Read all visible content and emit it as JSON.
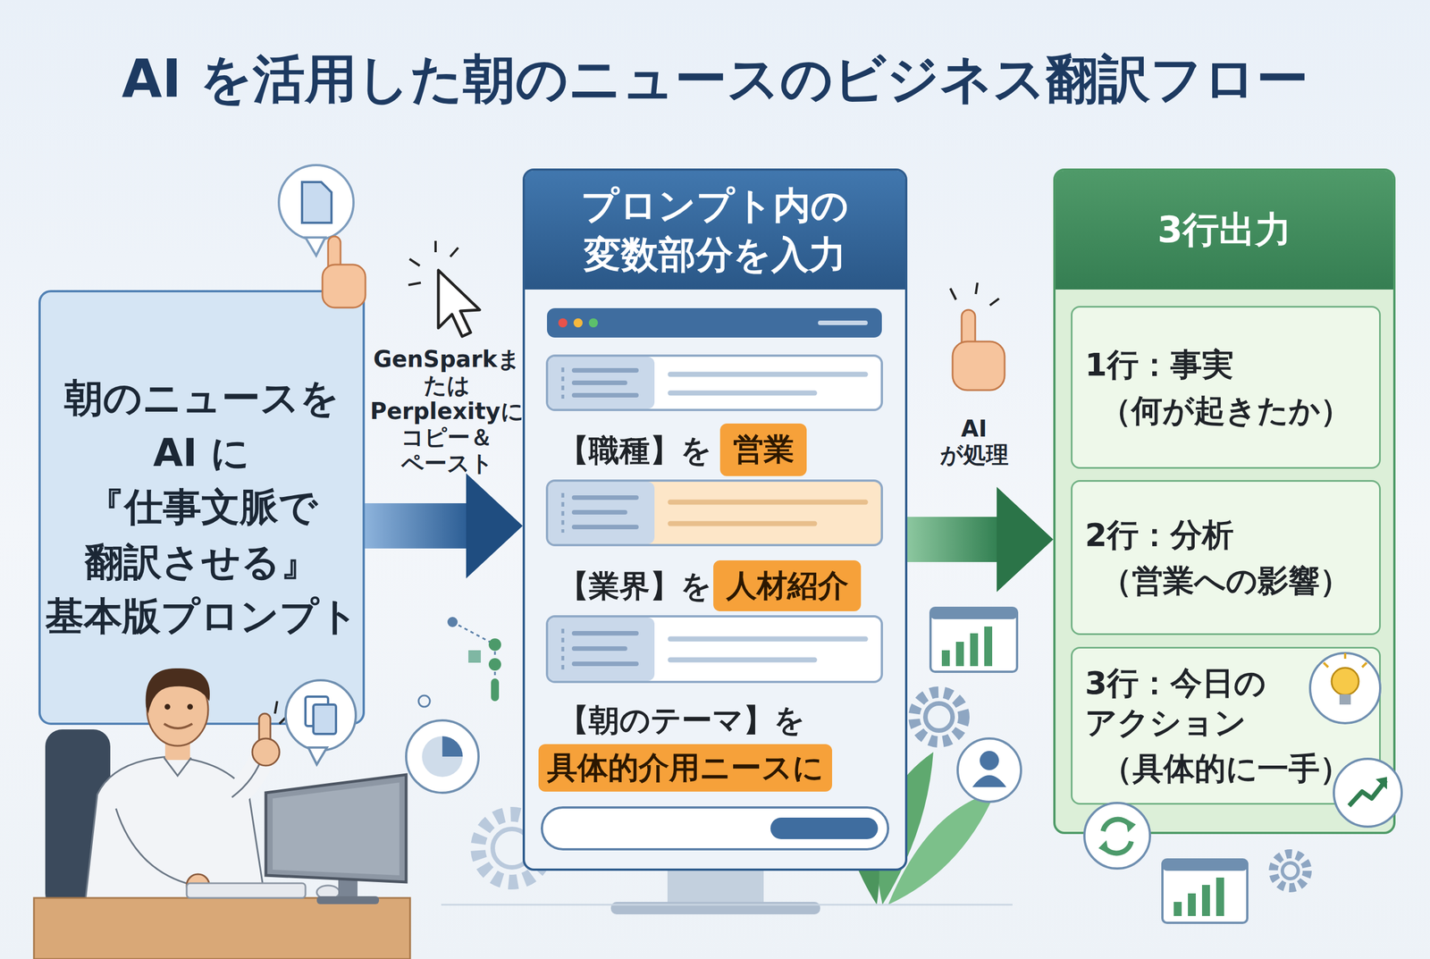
{
  "diagram": {
    "title": "AI を活用した朝のニュースのビジネス翻訳フロー",
    "nodes": [
      {
        "text": [
          "朝のニュースを AI に 『仕事文脈で 翻訳させる』 基本版プロンプト"
        ]
      },
      {
        "text": [
          "プロンプト内の 変数部分を入力",
          "【職種】を",
          "【業界】を",
          "【朝のテーマ】を"
        ]
      },
      {
        "text": [
          "営業"
        ],
        "in": 1
      },
      {
        "text": [
          "人材紹介"
        ],
        "in": 1
      },
      {
        "text": [
          "具体的介用ニースに"
        ],
        "in": 1
      },
      {
        "text": [
          "3行出力"
        ]
      },
      {
        "text": [
          "1行：事実",
          "（何が起きたか）"
        ],
        "in": 5
      },
      {
        "text": [
          "2行：分析",
          "（営業への影響）"
        ],
        "in": 5
      },
      {
        "text": [
          "3行：今日の アクション",
          "（具体的に一手）"
        ],
        "in": 5
      }
    ],
    "edges": [
      {
        "from": 0,
        "to": 1,
        "label": "GenSparkま たは Perplexityに コピー＆ ペースト",
        "arrow": "to"
      },
      {
        "from": 1,
        "to": 5,
        "label": "AI が処理",
        "arrow": "to"
      }
    ]
  }
}
